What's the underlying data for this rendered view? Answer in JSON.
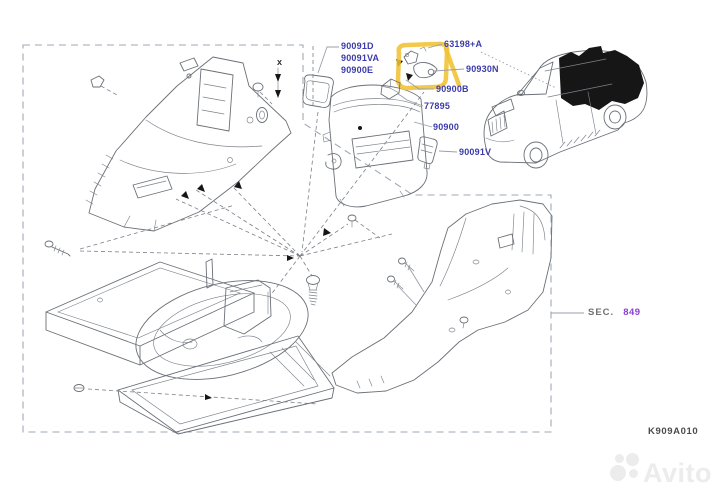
{
  "diagram": {
    "labels": [
      {
        "text": "90091D"
      },
      {
        "text": "90091VA"
      },
      {
        "text": "90900E"
      },
      {
        "text": "63198+A"
      },
      {
        "text": "90930N"
      },
      {
        "text": "90900B"
      },
      {
        "text": "77895"
      },
      {
        "text": "90900"
      },
      {
        "text": "90091V"
      }
    ],
    "marks": {
      "x": "x"
    },
    "section": {
      "prefix": "SEC.",
      "number": "849"
    },
    "drawing_code": "K909A010",
    "colors": {
      "label": "#3b3bab",
      "section_number": "#8a3fd0",
      "highlight": "#f1c232",
      "line": "#6b7077",
      "border": "#9fa9b4",
      "blackout": "#161616"
    }
  },
  "watermark": {
    "text": "Avito"
  }
}
